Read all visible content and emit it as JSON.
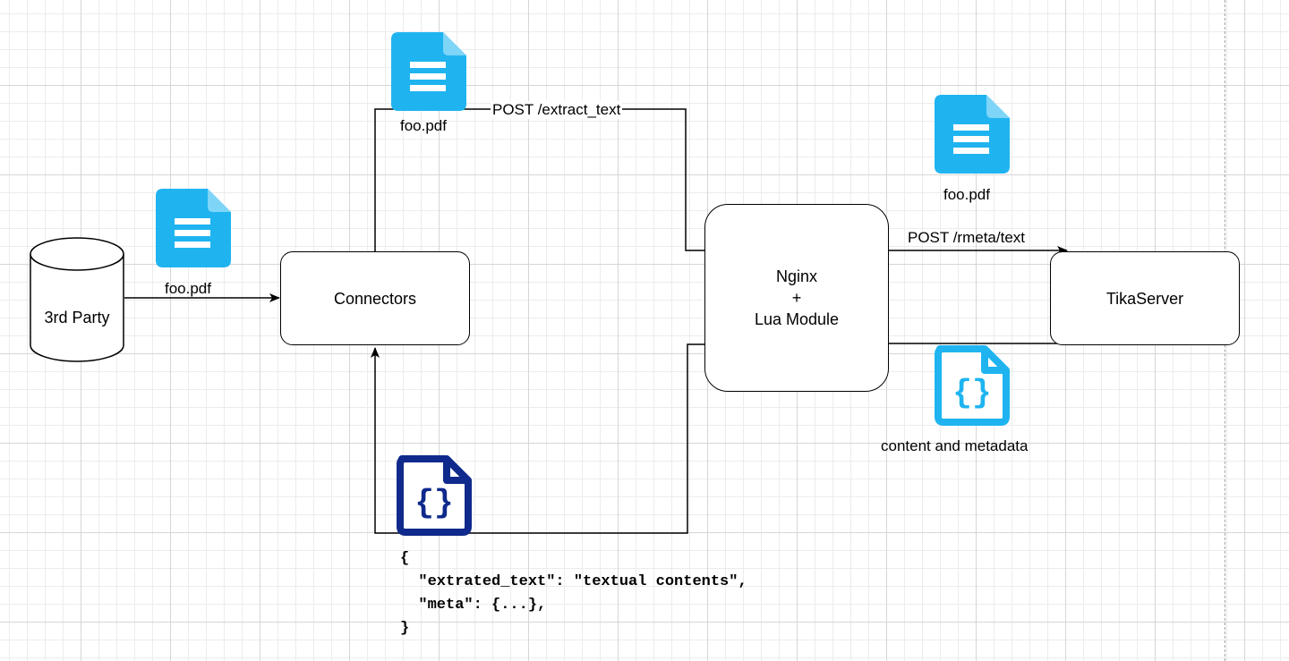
{
  "nodes": {
    "third_party": "3rd Party",
    "connectors": "Connectors",
    "nginx": "Nginx\n+\nLua Module",
    "tika": "TikaServer"
  },
  "labels": {
    "file_third_party": "foo.pdf",
    "file_connectors": "foo.pdf",
    "file_nginx": "foo.pdf",
    "post_extract": "POST /extract_text",
    "post_rmeta": "POST /rmeta/text",
    "content_metadata": "content and metadata"
  },
  "json_response": "{\n  \"extrated_text\": \"textual contents\",\n  \"meta\": {...},\n}",
  "icons": {
    "document": "document-icon",
    "json": "json-file-icon"
  },
  "colors": {
    "doc_icon": "#1fb4f0",
    "json_icon_light": "#1fb4f0",
    "json_icon_dark": "#0f2a8c"
  }
}
